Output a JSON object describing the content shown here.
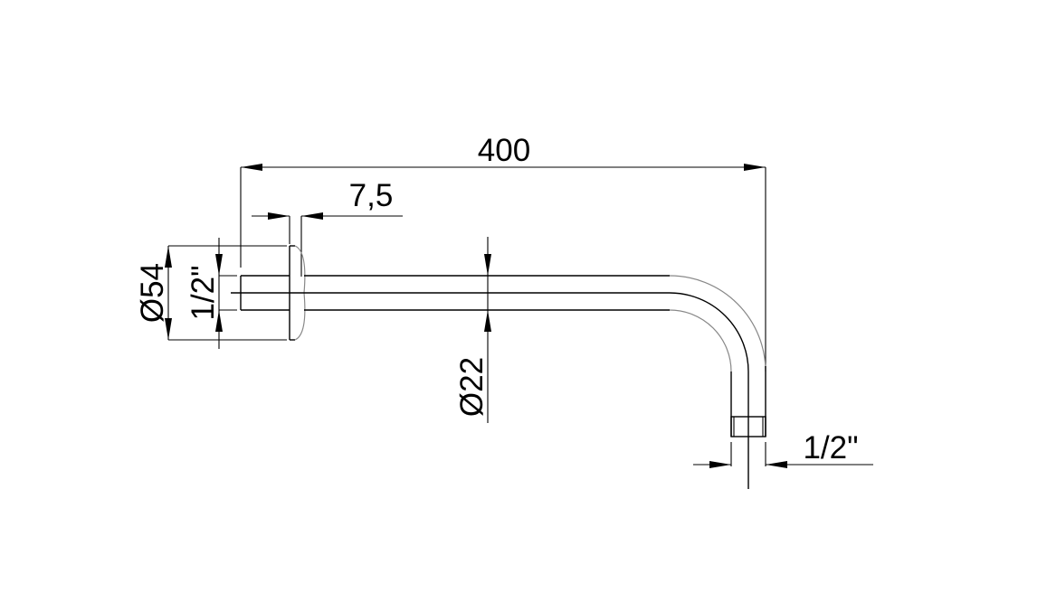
{
  "drawing": {
    "title": "Shower arm technical drawing",
    "units": "mm",
    "background": "#ffffff",
    "line_color": "#000000",
    "dimensions": {
      "overall_length": "400",
      "flange_thickness": "7,5",
      "flange_diameter": "Ø54",
      "inlet_thread": "1/2\"",
      "pipe_diameter": "Ø22",
      "outlet_thread": "1/2\""
    }
  }
}
